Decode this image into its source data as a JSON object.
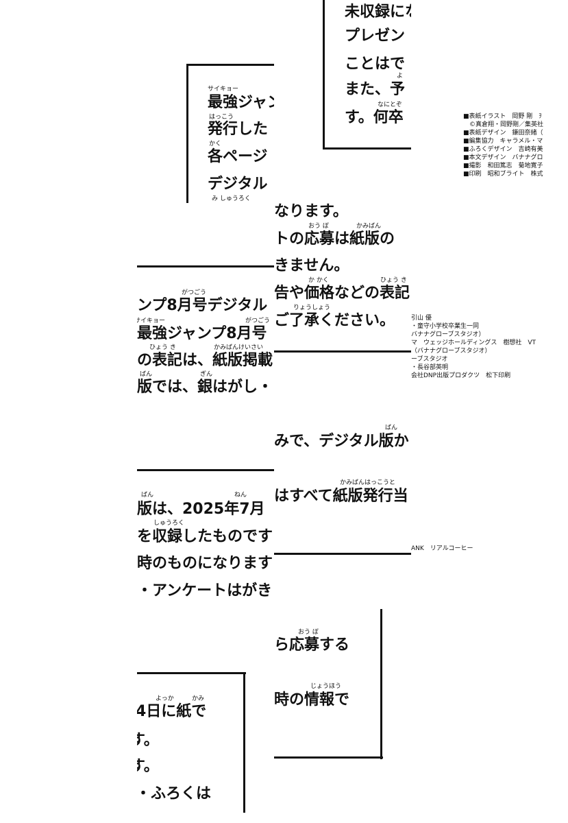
{
  "fragments": {
    "a": {
      "lines": [
        "未収録にな",
        "プレゼン",
        "ことはで",
        "また、予",
        "す。何卒"
      ],
      "ruby": [
        "よ",
        "なにとぞ"
      ]
    },
    "b": {
      "lines": [
        "最強ジャン",
        "発行した",
        "各ページ",
        "デジタル"
      ],
      "ruby": [
        "サイキョー",
        "はっこう",
        "かく",
        "み しゅうろく"
      ]
    },
    "c": {
      "lines": [
        "なります。",
        "トの応募は紙版の",
        "きません。",
        "告や価格などの表記",
        "ご了承ください。"
      ],
      "ruby": [
        "おう ぼ",
        "かみばん",
        "か かく",
        "ひょう き",
        "りょうしょう"
      ]
    },
    "d": {
      "lines": [
        "ンプ8月号デジタル",
        "最強ジャンプ8月号",
        "の表記は、紙版掲載",
        "版では、銀はがし・"
      ],
      "ruby": [
        "がつごう",
        "サイキョー",
        "がつごう",
        "ひょう き",
        "かみばんけいさい",
        "ばん",
        "ぎん"
      ]
    },
    "e": {
      "lines": [
        "みで、デジタル版か",
        "はすべて紙版発行当"
      ],
      "ruby": [
        "ばん",
        "かみばんはっこうと"
      ]
    },
    "f": {
      "lines": [
        "版は、2025年7月",
        "を収録したものです",
        "時のものになります",
        "・アンケートはがき"
      ],
      "ruby": [
        "ばん",
        "ねん",
        "しゅうろく"
      ]
    },
    "g": {
      "lines": [
        "ら応募する",
        "時の情報で"
      ],
      "ruby": [
        "おう ぼ",
        "じょうほう"
      ]
    },
    "h": {
      "lines": [
        "4日に紙で",
        "す。",
        "す。",
        "・ふろくは"
      ],
      "ruby": [
        "よっか",
        "かみ"
      ]
    }
  },
  "credits_1": [
    "■表紙イラスト　岡野 剛　ｦ",
    "©真倉翔・岡野剛／集英社",
    "■表紙デザイン　鎌田奈緒（",
    "■編集協力　キャラメル・マ",
    "■ふろくデザイン　吉崎有美",
    "■本文デザイン　バナナグロ",
    "■撮影　和田篤志　菊地寛子",
    "■印刷　昭和ブライト　株式"
  ],
  "credits_2": [
    "引山 優",
    "・童守小学校卒業生一同",
    "バナナグローブスタジオ）",
    "マ　ウェッジホールディングス　樹想社　VT",
    "（バナナグローブスタジオ）",
    "ーブスタジオ",
    "・長谷部英明",
    "会社DNP出版プロダクツ　松下印刷"
  ],
  "credits_3": "ANK　リアルコーヒー"
}
